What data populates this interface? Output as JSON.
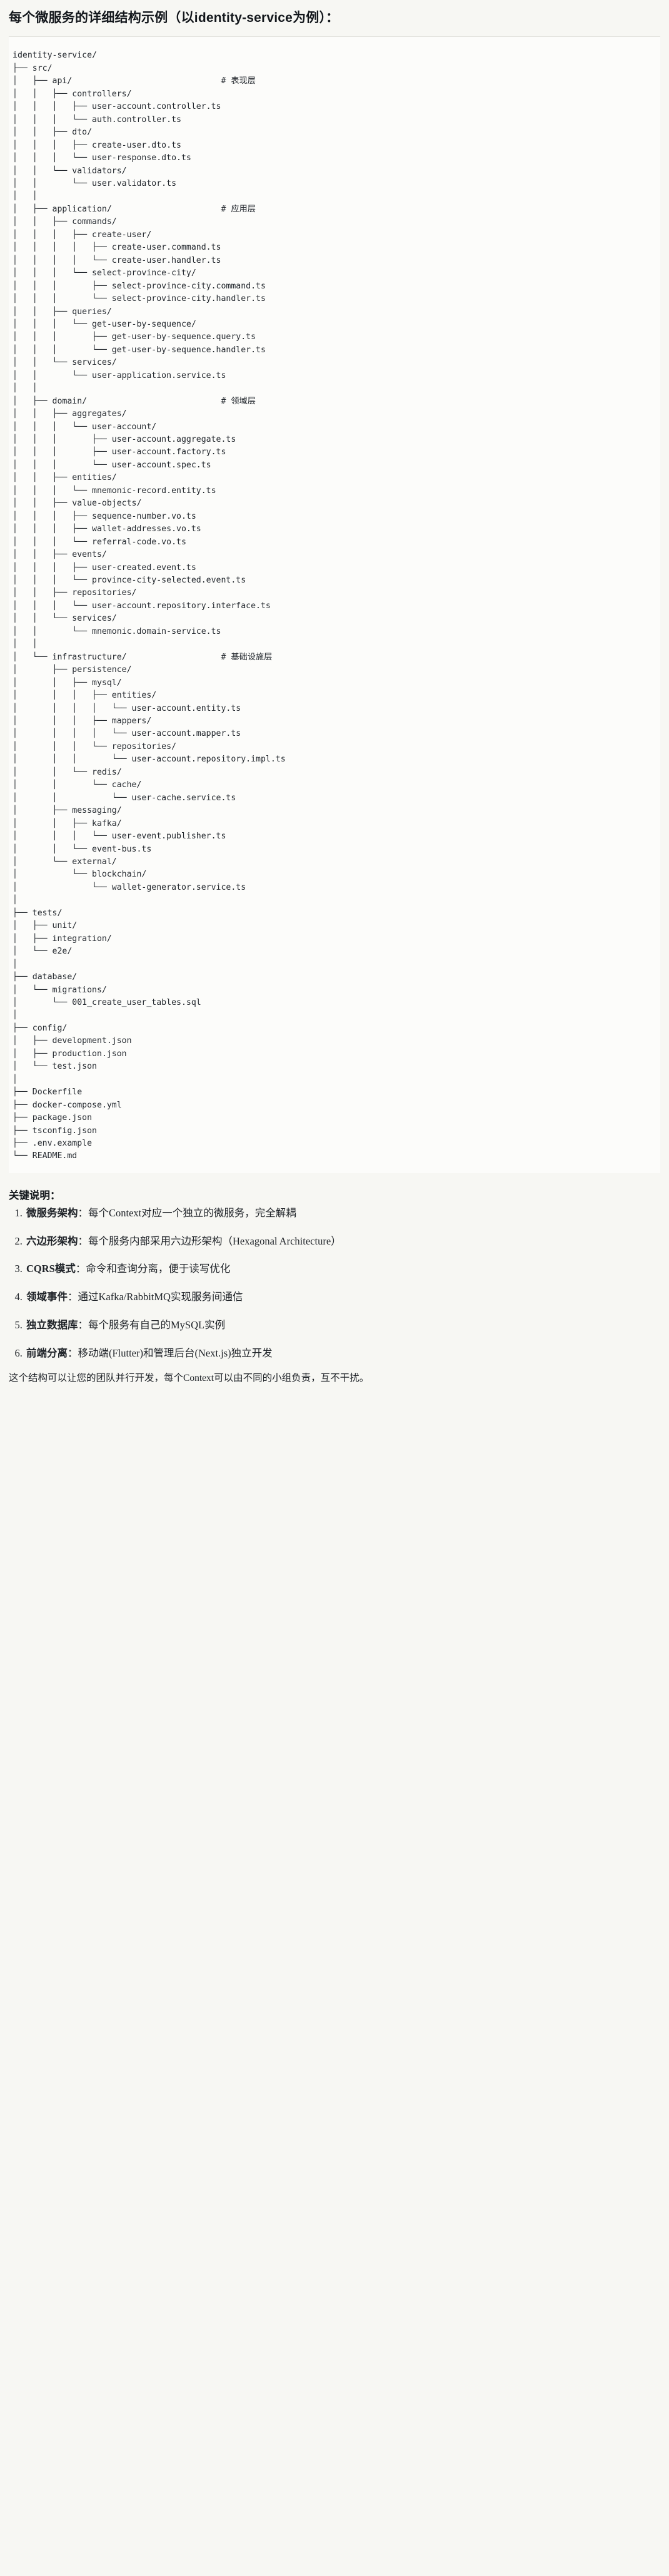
{
  "heading": {
    "title": "每个微服务的详细结构示例（以identity-service为例）："
  },
  "code_block": {
    "language": "text",
    "tree_text": "identity-service/\n├── src/\n│   ├── api/                              # 表现层\n│   │   ├── controllers/\n│   │   │   ├── user-account.controller.ts\n│   │   │   └── auth.controller.ts\n│   │   ├── dto/\n│   │   │   ├── create-user.dto.ts\n│   │   │   └── user-response.dto.ts\n│   │   └── validators/\n│   │       └── user.validator.ts\n│   │\n│   ├── application/                      # 应用层\n│   │   ├── commands/\n│   │   │   ├── create-user/\n│   │   │   │   ├── create-user.command.ts\n│   │   │   │   └── create-user.handler.ts\n│   │   │   └── select-province-city/\n│   │   │       ├── select-province-city.command.ts\n│   │   │       └── select-province-city.handler.ts\n│   │   ├── queries/\n│   │   │   └── get-user-by-sequence/\n│   │   │       ├── get-user-by-sequence.query.ts\n│   │   │       └── get-user-by-sequence.handler.ts\n│   │   └── services/\n│   │       └── user-application.service.ts\n│   │\n│   ├── domain/                           # 领域层\n│   │   ├── aggregates/\n│   │   │   └── user-account/\n│   │   │       ├── user-account.aggregate.ts\n│   │   │       ├── user-account.factory.ts\n│   │   │       └── user-account.spec.ts\n│   │   ├── entities/\n│   │   │   └── mnemonic-record.entity.ts\n│   │   ├── value-objects/\n│   │   │   ├── sequence-number.vo.ts\n│   │   │   ├── wallet-addresses.vo.ts\n│   │   │   └── referral-code.vo.ts\n│   │   ├── events/\n│   │   │   ├── user-created.event.ts\n│   │   │   └── province-city-selected.event.ts\n│   │   ├── repositories/\n│   │   │   └── user-account.repository.interface.ts\n│   │   └── services/\n│   │       └── mnemonic.domain-service.ts\n│   │\n│   └── infrastructure/                   # 基础设施层\n│       ├── persistence/\n│       │   ├── mysql/\n│       │   │   ├── entities/\n│       │   │   │   └── user-account.entity.ts\n│       │   │   ├── mappers/\n│       │   │   │   └── user-account.mapper.ts\n│       │   │   └── repositories/\n│       │   │       └── user-account.repository.impl.ts\n│       │   └── redis/\n│       │       └── cache/\n│       │           └── user-cache.service.ts\n│       ├── messaging/\n│       │   ├── kafka/\n│       │   │   └── user-event.publisher.ts\n│       │   └── event-bus.ts\n│       └── external/\n│           └── blockchain/\n│               └── wallet-generator.service.ts\n│\n├── tests/\n│   ├── unit/\n│   ├── integration/\n│   └── e2e/\n│\n├── database/\n│   └── migrations/\n│       └── 001_create_user_tables.sql\n│\n├── config/\n│   ├── development.json\n│   ├── production.json\n│   └── test.json\n│\n├── Dockerfile\n├── docker-compose.yml\n├── package.json\n├── tsconfig.json\n├── .env.example\n└── README.md",
    "layer_comments": [
      {
        "path": "api/",
        "comment": "# 表现层"
      },
      {
        "path": "application/",
        "comment": "# 应用层"
      },
      {
        "path": "domain/",
        "comment": "# 领域层"
      },
      {
        "path": "infrastructure/",
        "comment": "# 基础设施层"
      }
    ]
  },
  "key_points": {
    "title": "关键说明：",
    "items": [
      {
        "term": "微服务架构",
        "desc": "：每个Context对应一个独立的微服务，完全解耦"
      },
      {
        "term": "六边形架构",
        "desc": "：每个服务内部采用六边形架构（Hexagonal Architecture）"
      },
      {
        "term": "CQRS模式",
        "desc": "：命令和查询分离，便于读写优化"
      },
      {
        "term": "领域事件",
        "desc": "：通过Kafka/RabbitMQ实现服务间通信"
      },
      {
        "term": "独立数据库",
        "desc": "：每个服务有自己的MySQL实例"
      },
      {
        "term": "前端分离",
        "desc": "：移动端(Flutter)和管理后台(Next.js)独立开发"
      }
    ],
    "closing": "这个结构可以让您的团队并行开发，每个Context可以由不同的小组负责，互不干扰。"
  }
}
